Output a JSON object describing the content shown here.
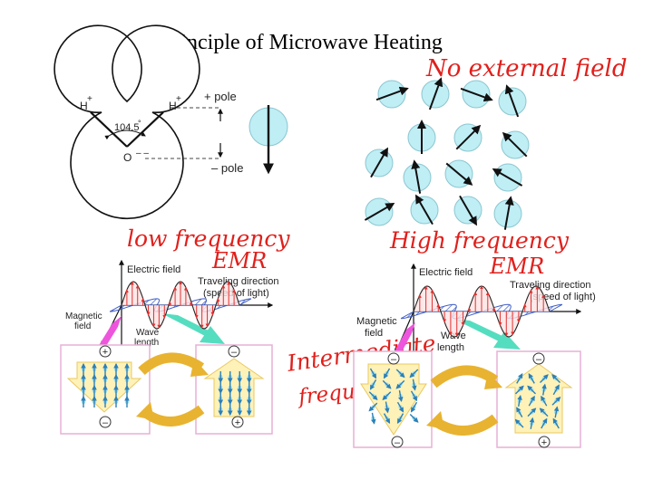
{
  "title": "Principle of Microwave Heating",
  "molecule": {
    "h_left": "H",
    "h_right": "H",
    "plus": "+",
    "angle": "104.5",
    "degree": "°",
    "oxygen": "O",
    "minus": "– –",
    "pos_pole": "+ pole",
    "neg_pole": "– pole"
  },
  "annotations": {
    "no_field": "No external field",
    "low_freq": "low frequency",
    "low_emr": "EMR",
    "high_freq": "High frequency",
    "high_emr": "EMR",
    "intermediate": "Intermediate",
    "intermediate_freq": "frequency"
  },
  "wave_left": {
    "electric": "Electric field",
    "traveling": "Traveling direction",
    "speed": "(speed of light)",
    "magnetic": "Magnetic",
    "magnetic2": "field",
    "wave": "Wave",
    "length": "length"
  },
  "wave_right": {
    "electric": "Electric field",
    "traveling": "Traveling direction",
    "speed": "(speed of light)",
    "magnetic": "Magnetic",
    "magnetic2": "field",
    "wave": "Wave",
    "length": "length"
  },
  "poles": {
    "left_a_top": "+",
    "left_a_bottom": "–",
    "left_b_top": "–",
    "left_b_bottom": "+",
    "right_a_top": "–",
    "right_a_bottom": "–",
    "right_b_top": "–",
    "right_b_bottom": "+"
  },
  "colors": {
    "hand_red": "#e0201c",
    "sphere": "#bfeef5",
    "panel_border": "#e7b0d6",
    "curve_arrow": "#e8b330",
    "pink_arrow": "#ee55dd",
    "teal_arrow": "#55ddc0",
    "block_arrow": "#fff2b8",
    "e_field": "#e03030",
    "b_field": "#3050c0"
  }
}
